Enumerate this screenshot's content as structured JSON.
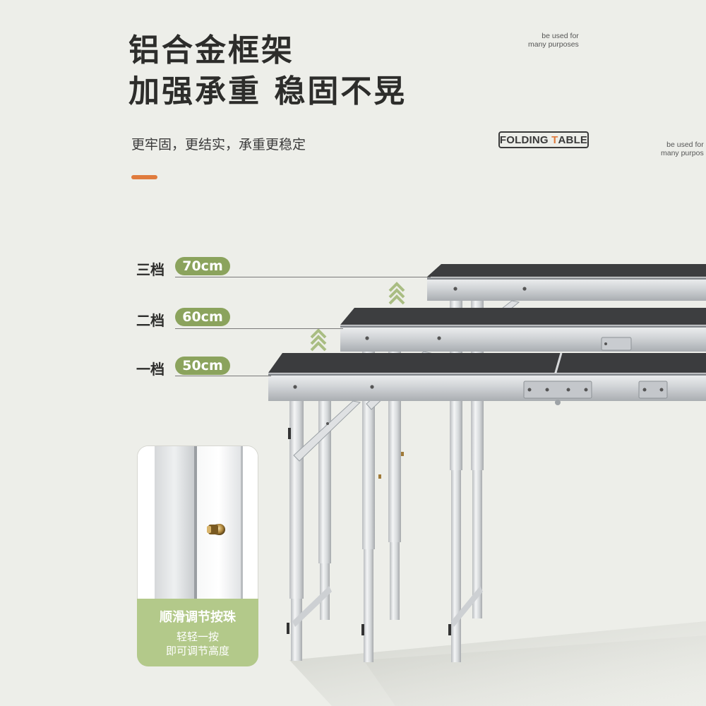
{
  "header": {
    "title_line1": "铝合金框架",
    "title_line2": "加强承重 稳固不晃",
    "subtitle": "更牢固，更结实，承重更稳定"
  },
  "captions": {
    "top_right_line1": "be used for",
    "top_right_line2": "many purposes",
    "edge_line1": "be used for",
    "edge_line2": "many purpos"
  },
  "badge": {
    "text_before": "FOLDING ",
    "text_highlight": "T",
    "text_after": "ABLE"
  },
  "levels": [
    {
      "label": "三档",
      "height": "70cm"
    },
    {
      "label": "二档",
      "height": "60cm"
    },
    {
      "label": "一档",
      "height": "50cm"
    }
  ],
  "detail_card": {
    "title": "顺滑调节按珠",
    "line1": "轻轻一按",
    "line2": "即可调节高度"
  },
  "colors": {
    "background": "#edeee9",
    "accent_orange": "#e07b3d",
    "pill_green": "#8ba35d",
    "card_green": "#b3c98a",
    "arrow_green": "#a9bd82"
  }
}
